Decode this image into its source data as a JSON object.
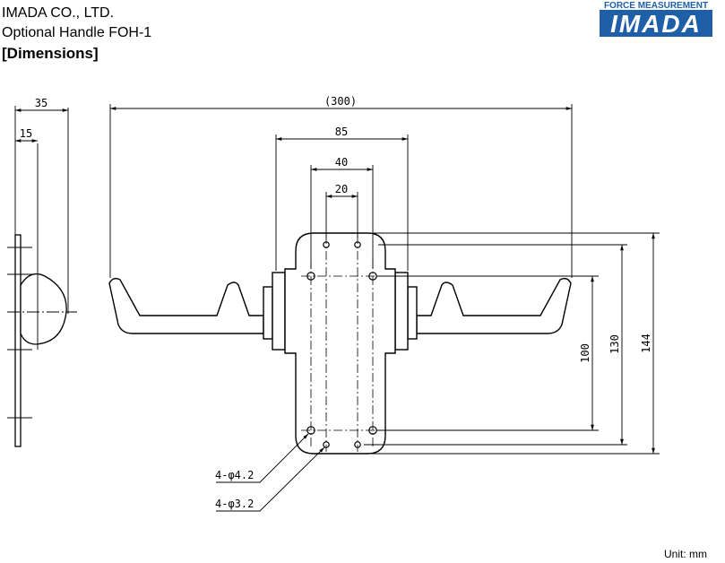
{
  "header": {
    "company": "IMADA CO., LTD.",
    "product": "Optional Handle FOH-1",
    "section": "[Dimensions]"
  },
  "logo": {
    "tagline": "FORCE MEASUREMENT",
    "brand": "IMADA",
    "color": "#1f5fa8"
  },
  "dimensions": {
    "side_width": "35",
    "side_offset": "15",
    "overall_length": "(300)",
    "span_85": "85",
    "span_40": "40",
    "span_20": "20",
    "height_100": "100",
    "height_130": "130",
    "height_144": "144",
    "hole_large": "4-φ4.2",
    "hole_small": "4-φ3.2"
  },
  "footer": {
    "unit": "Unit: mm"
  }
}
